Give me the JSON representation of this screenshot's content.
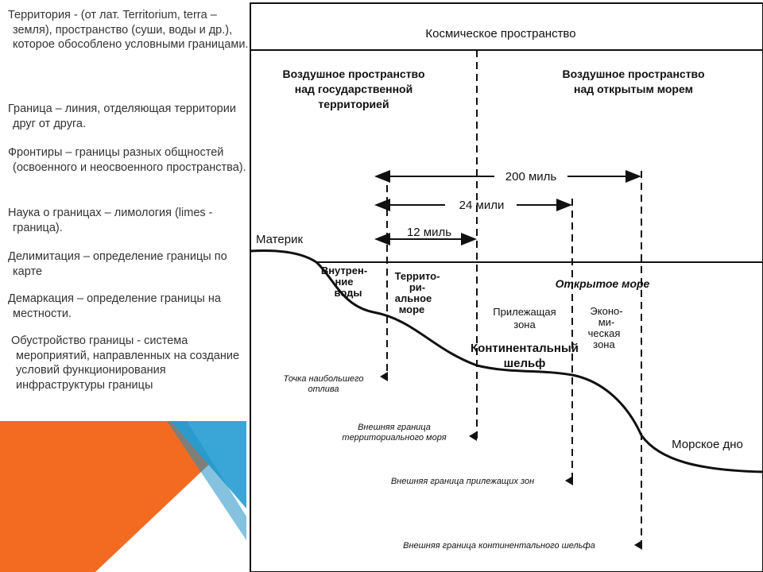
{
  "definitions": [
    {
      "text": "Территория - (от лат. Territorium, terra – земля), пространство (суши, воды и др.), которое обособлено условными границами."
    },
    {
      "text": "Граница – линия, отделяющая территории друг от друга."
    },
    {
      "text": "Фронтиры – границы разных общностей (освоенного и неосвоенного пространства)."
    },
    {
      "text": "Наука о границах – лимология (limes - граница)."
    },
    {
      "text": "Делимитация – определение границы по карте"
    },
    {
      "text": "Демаркация – определение границы на местности."
    },
    {
      "text": "Обустройство границы - система мероприятий, направленных на создание условий функционирования инфраструктуры границы"
    }
  ],
  "colors": {
    "orange": "#f26b21",
    "blue": "#3aa6d8",
    "line": "#111111"
  },
  "diagram": {
    "space": "Космическое пространство",
    "air_state": [
      "Воздушное пространство",
      "над государственной",
      "территорией"
    ],
    "air_sea": [
      "Воздушное пространство",
      "над открытым морем"
    ],
    "m200": "200 миль",
    "m24": "24 мили",
    "m12": "12 миль",
    "mainland": "Материк",
    "internal": [
      "Внутрен-",
      "ние",
      "воды"
    ],
    "territorial": [
      "Террито-",
      "ри-",
      "альное",
      "море"
    ],
    "open_sea": "Открытое море",
    "contiguous": [
      "Прилежащая",
      "зона"
    ],
    "economic": [
      "Эконо-",
      "ми-",
      "ческая",
      "зона"
    ],
    "shelf": [
      "Континентальный",
      "шельф"
    ],
    "seabed": "Морское дно",
    "low_water": [
      "Точка наибольшего",
      "отлива"
    ],
    "outer_terr": [
      "Внешняя граница",
      "территориального моря"
    ],
    "outer_cont": "Внешняя граница прилежащих зон",
    "outer_shelf": "Внешняя граница континентального шельфа"
  }
}
